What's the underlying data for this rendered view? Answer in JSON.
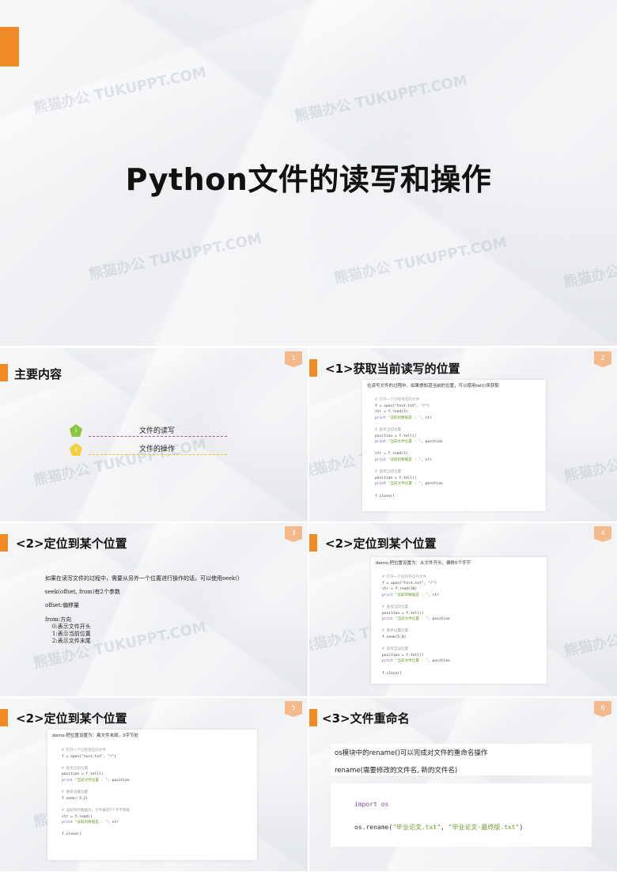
{
  "title_slide": {
    "title": "Python文件的读写和操作"
  },
  "watermark": "熊猫办公 TUKUPPT.COM",
  "slides": [
    {
      "number": "1",
      "heading": "主要内容",
      "toc": [
        {
          "num": "1",
          "label": "文件的读写",
          "color": "#8cc63f"
        },
        {
          "num": "2",
          "label": "文件的操作",
          "color": "#f4d03f"
        }
      ]
    },
    {
      "number": "2",
      "heading": "<1>获取当前读写的位置",
      "caption": "在读写文件的过程中，如果想知道当前的位置，可以使用tell()来获取",
      "code": [
        {
          "t": "c",
          "v": "# 打开一个已经存在的文件"
        },
        {
          "t": "n",
          "v": "f = open(\"test.txt\", \"r\")"
        },
        {
          "t": "n",
          "v": "str = f.read(3)"
        },
        {
          "t": "n",
          "v": "print \"读取的数据是 : \", str"
        },
        {
          "t": "b",
          "v": ""
        },
        {
          "t": "c",
          "v": "# 查找当前位置"
        },
        {
          "t": "n",
          "v": "position = f.tell()"
        },
        {
          "t": "n",
          "v": "print \"当前文件位置 : \", position"
        },
        {
          "t": "b",
          "v": ""
        },
        {
          "t": "n",
          "v": "str = f.read(3)"
        },
        {
          "t": "n",
          "v": "print \"读取的数据是 : \", str"
        },
        {
          "t": "b",
          "v": ""
        },
        {
          "t": "c",
          "v": "# 查找当前位置"
        },
        {
          "t": "n",
          "v": "position = f.tell()"
        },
        {
          "t": "n",
          "v": "print \"当前文件位置 : \", position"
        },
        {
          "t": "b",
          "v": ""
        },
        {
          "t": "n",
          "v": "f.close()"
        }
      ]
    },
    {
      "number": "3",
      "heading": "<2>定位到某个位置",
      "paragraphs": [
        "如果在读写文件的过程中，需要从另外一个位置进行操作的话，可以使用seek()",
        "seek(offset, from)有2个参数",
        "offset:偏移量",
        "from:方向",
        "    0:表示文件开头",
        "    1:表示当前位置",
        "    2:表示文件末尾"
      ]
    },
    {
      "number": "4",
      "heading": "<2>定位到某个位置",
      "caption": "demo:把位置设置为：从文件开头，偏移5个字节",
      "code": [
        {
          "t": "c",
          "v": "# 打开一个已经存在的文件"
        },
        {
          "t": "n",
          "v": "f = open(\"test.txt\", \"r\")"
        },
        {
          "t": "n",
          "v": "str = f.read(30)"
        },
        {
          "t": "n",
          "v": "print \"读取的数据是 : \", str"
        },
        {
          "t": "b",
          "v": ""
        },
        {
          "t": "c",
          "v": "# 查找当前位置"
        },
        {
          "t": "n",
          "v": "position = f.tell()"
        },
        {
          "t": "n",
          "v": "print \"当前文件位置 : \", position"
        },
        {
          "t": "b",
          "v": ""
        },
        {
          "t": "c",
          "v": "# 重新设置位置"
        },
        {
          "t": "n",
          "v": "f.seek(5,0)"
        },
        {
          "t": "b",
          "v": ""
        },
        {
          "t": "c",
          "v": "# 查找当前位置"
        },
        {
          "t": "n",
          "v": "position = f.tell()"
        },
        {
          "t": "n",
          "v": "print \"当前文件位置 : \", position"
        },
        {
          "t": "b",
          "v": ""
        },
        {
          "t": "n",
          "v": "f.close()"
        }
      ]
    },
    {
      "number": "5",
      "heading": "<2>定位到某个位置",
      "caption": "demo:把位置设置为：离文件末尾，3字节处",
      "code": [
        {
          "t": "c",
          "v": "# 打开一个已经存在的文件"
        },
        {
          "t": "n",
          "v": "f = open(\"test.txt\", \"r\")"
        },
        {
          "t": "b",
          "v": ""
        },
        {
          "t": "c",
          "v": "# 查找当前位置"
        },
        {
          "t": "n",
          "v": "position = f.tell()"
        },
        {
          "t": "n",
          "v": "print \"当前文件位置 : \", position"
        },
        {
          "t": "b",
          "v": ""
        },
        {
          "t": "c",
          "v": "# 重新设置位置"
        },
        {
          "t": "n",
          "v": "f.seek(-3,2)"
        },
        {
          "t": "b",
          "v": ""
        },
        {
          "t": "c",
          "v": "# 读取到的数据为：文件最后3个字节数据"
        },
        {
          "t": "n",
          "v": "str = f.read()"
        },
        {
          "t": "n",
          "v": "print \"读取的数据是 : \", str"
        },
        {
          "t": "b",
          "v": ""
        },
        {
          "t": "n",
          "v": "f.close()"
        }
      ]
    },
    {
      "number": "6",
      "heading": "<3>文件重命名",
      "lines": [
        "os模块中的rename()可以完成对文件的重命名操作",
        "rename(需要修改的文件名, 新的文件名)"
      ],
      "code_import": "import os",
      "code_rename_prefix": "os.rename(",
      "code_rename_arg1": "\"毕业论文.txt\"",
      "code_rename_sep": ", ",
      "code_rename_arg2": "\"毕业论文-最终版.txt\"",
      "code_rename_suffix": ")"
    }
  ],
  "colors": {
    "accent": "#f08a24",
    "badge": "#f6b98a",
    "toc_green": "#8cc63f",
    "toc_yellow": "#f4d03f",
    "toc_line_1": "#c0508a",
    "toc_line_2": "#e8c830"
  }
}
